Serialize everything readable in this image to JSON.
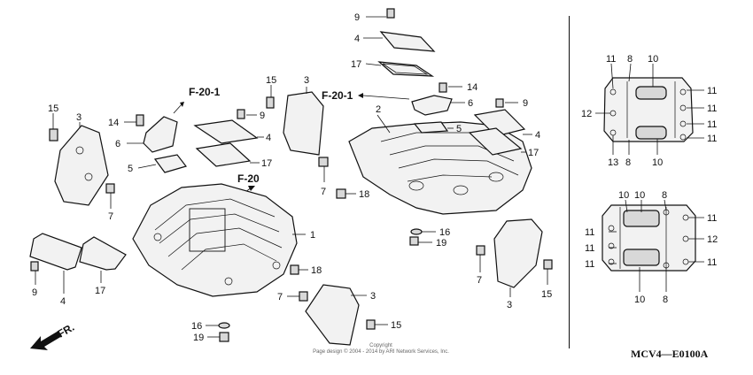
{
  "diagram_code": "MCV4—E0100A",
  "copyright": {
    "line1": "Copyright",
    "line2": "Page design © 2004 - 2014 by ARI Network Services, Inc."
  },
  "direction_label": "FR.",
  "ref_labels": {
    "left": "F-20-1",
    "middle": "F-20-1",
    "front": "F-20"
  },
  "callouts": {
    "c9_top": "9",
    "c4_top": "4",
    "c17_top": "17",
    "c14_mid": "14",
    "c6_mid": "6",
    "c9_mid_r": "9",
    "c5_mid": "5",
    "c4_mid_r": "4",
    "c17_mid_r": "17",
    "c2": "2",
    "c15_ml": "15",
    "c3_ml": "3",
    "c7_ml": "7",
    "c18_mid": "18",
    "c14_left": "14",
    "c6_left": "6",
    "c5_left": "5",
    "c9_left_c": "9",
    "c4_left_c": "4",
    "c17_left_c": "17",
    "c15_far_left": "15",
    "c3_far_left": "3",
    "c7_far_left": "7",
    "c9_bl": "9",
    "c4_bl": "4",
    "c17_bl": "17",
    "c1": "1",
    "c18_low": "18",
    "c16_mid": "16",
    "c19_mid": "19",
    "c7_low": "7",
    "c3_low": "3",
    "c15_low": "15",
    "c16_low": "16",
    "c19_low": "19",
    "c7_right": "7",
    "c3_right": "3",
    "c15_right": "15",
    "i_top_11a": "11",
    "i_top_8a": "8",
    "i_top_10a": "10",
    "i_top_11b": "11",
    "i_top_11c": "11",
    "i_top_11d": "11",
    "i_top_11e": "11",
    "i_top_12": "12",
    "i_top_13": "13",
    "i_top_8b": "8",
    "i_top_10b": "10",
    "i_bot_10a": "10",
    "i_bot_10b": "10",
    "i_bot_8a": "8",
    "i_bot_11a": "11",
    "i_bot_11b": "11",
    "i_bot_11c": "11",
    "i_bot_11d": "11",
    "i_bot_12": "12",
    "i_bot_11e": "11",
    "i_bot_10c": "10",
    "i_bot_8b": "8"
  }
}
